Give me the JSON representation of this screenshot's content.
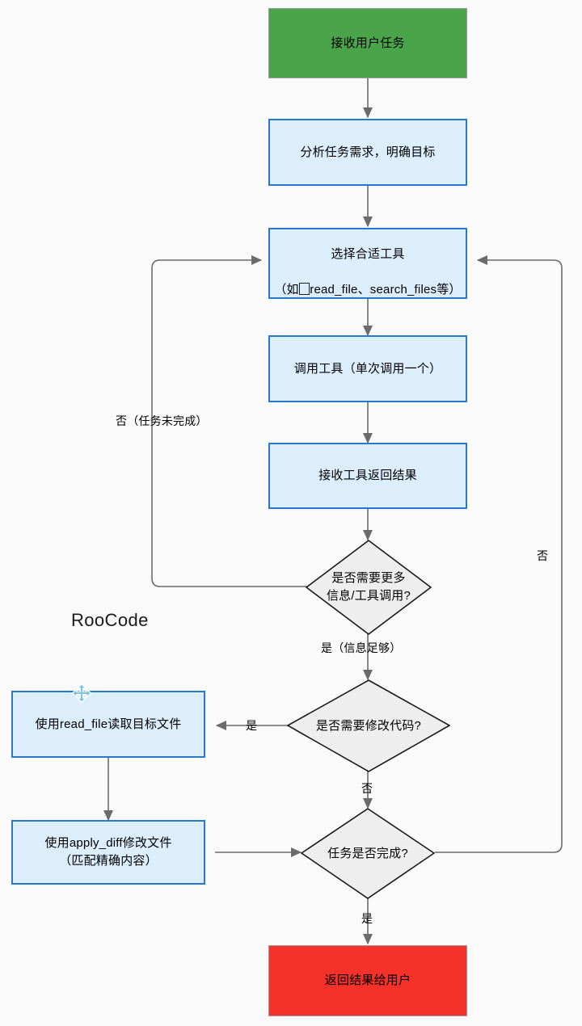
{
  "diagram": {
    "title_watermark": "RooCode",
    "background_color": "#fafafa",
    "colors": {
      "start_fill": "#4aa54a",
      "end_fill": "#f53229",
      "process_fill": "#dceefc",
      "process_border": "#2779cf",
      "decision_fill": "#eeeeee",
      "decision_border": "#1a1a1a",
      "edge_color": "#6b6b6b",
      "cursor_handle": "#7cc6dd"
    },
    "nodes": [
      {
        "id": "start",
        "type": "start",
        "label": "接收用户任务",
        "shape": "rectangle"
      },
      {
        "id": "analyze",
        "type": "process",
        "label": "分析任务需求，明确目标",
        "shape": "rectangle"
      },
      {
        "id": "select-tool",
        "type": "process",
        "label_line1": "选择合适工具",
        "label_prefix": "（如",
        "label_suffix": "read_file、search_files等）",
        "shape": "rectangle"
      },
      {
        "id": "call-tool",
        "type": "process",
        "label": "调用工具（单次调用一个）",
        "shape": "rectangle"
      },
      {
        "id": "receive-result",
        "type": "process",
        "label": "接收工具返回结果",
        "shape": "rectangle"
      },
      {
        "id": "need-more",
        "type": "decision",
        "label": "是否需要更多\n信息/工具调用?",
        "shape": "diamond"
      },
      {
        "id": "need-edit",
        "type": "decision",
        "label": "是否需要修改代码?",
        "shape": "diamond"
      },
      {
        "id": "task-done",
        "type": "decision",
        "label": "任务是否完成?",
        "shape": "diamond"
      },
      {
        "id": "read-file",
        "type": "process",
        "label": "使用read_file读取目标文件",
        "shape": "rectangle"
      },
      {
        "id": "apply-diff",
        "type": "process",
        "label": "使用apply_diff修改文件\n（匹配精确内容）",
        "shape": "rectangle"
      },
      {
        "id": "end",
        "type": "end",
        "label": "返回结果给用户",
        "shape": "rectangle"
      }
    ],
    "edge_labels": {
      "loop_back_left": "否（任务未完成）",
      "need_more_yes": "是（信息足够）",
      "need_edit_yes": "是",
      "need_edit_no": "否",
      "task_done_yes": "是",
      "task_done_no": "否"
    }
  }
}
